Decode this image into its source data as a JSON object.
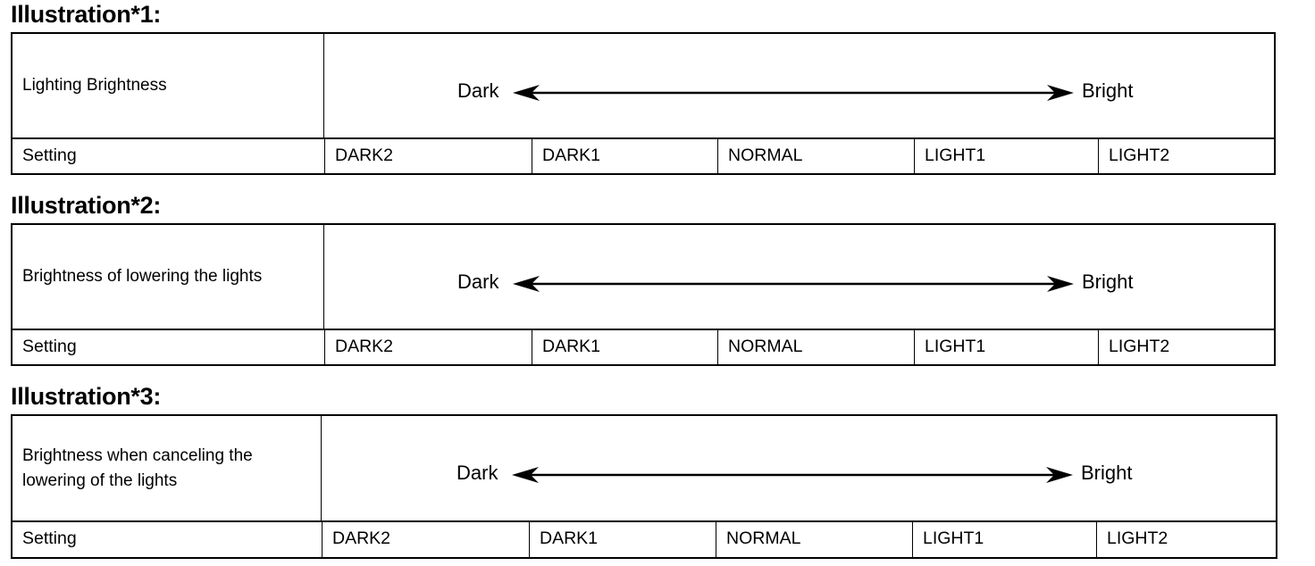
{
  "illustrations": [
    {
      "title": "Illustration*1:",
      "label": "Lighting Brightness",
      "scale": {
        "left": "Dark",
        "right": "Bright"
      },
      "row_label": "Setting",
      "settings": [
        "DARK2",
        "DARK1",
        "NORMAL",
        "LIGHT1",
        "LIGHT2"
      ]
    },
    {
      "title": "Illustration*2:",
      "label": "Brightness of lowering the lights",
      "scale": {
        "left": "Dark",
        "right": "Bright"
      },
      "row_label": "Setting",
      "settings": [
        "DARK2",
        "DARK1",
        "NORMAL",
        "LIGHT1",
        "LIGHT2"
      ]
    },
    {
      "title": "Illustration*3:",
      "label": "Brightness when canceling the lowering of the lights",
      "scale": {
        "left": "Dark",
        "right": "Bright"
      },
      "row_label": "Setting",
      "settings": [
        "DARK2",
        "DARK1",
        "NORMAL",
        "LIGHT1",
        "LIGHT2"
      ]
    }
  ]
}
